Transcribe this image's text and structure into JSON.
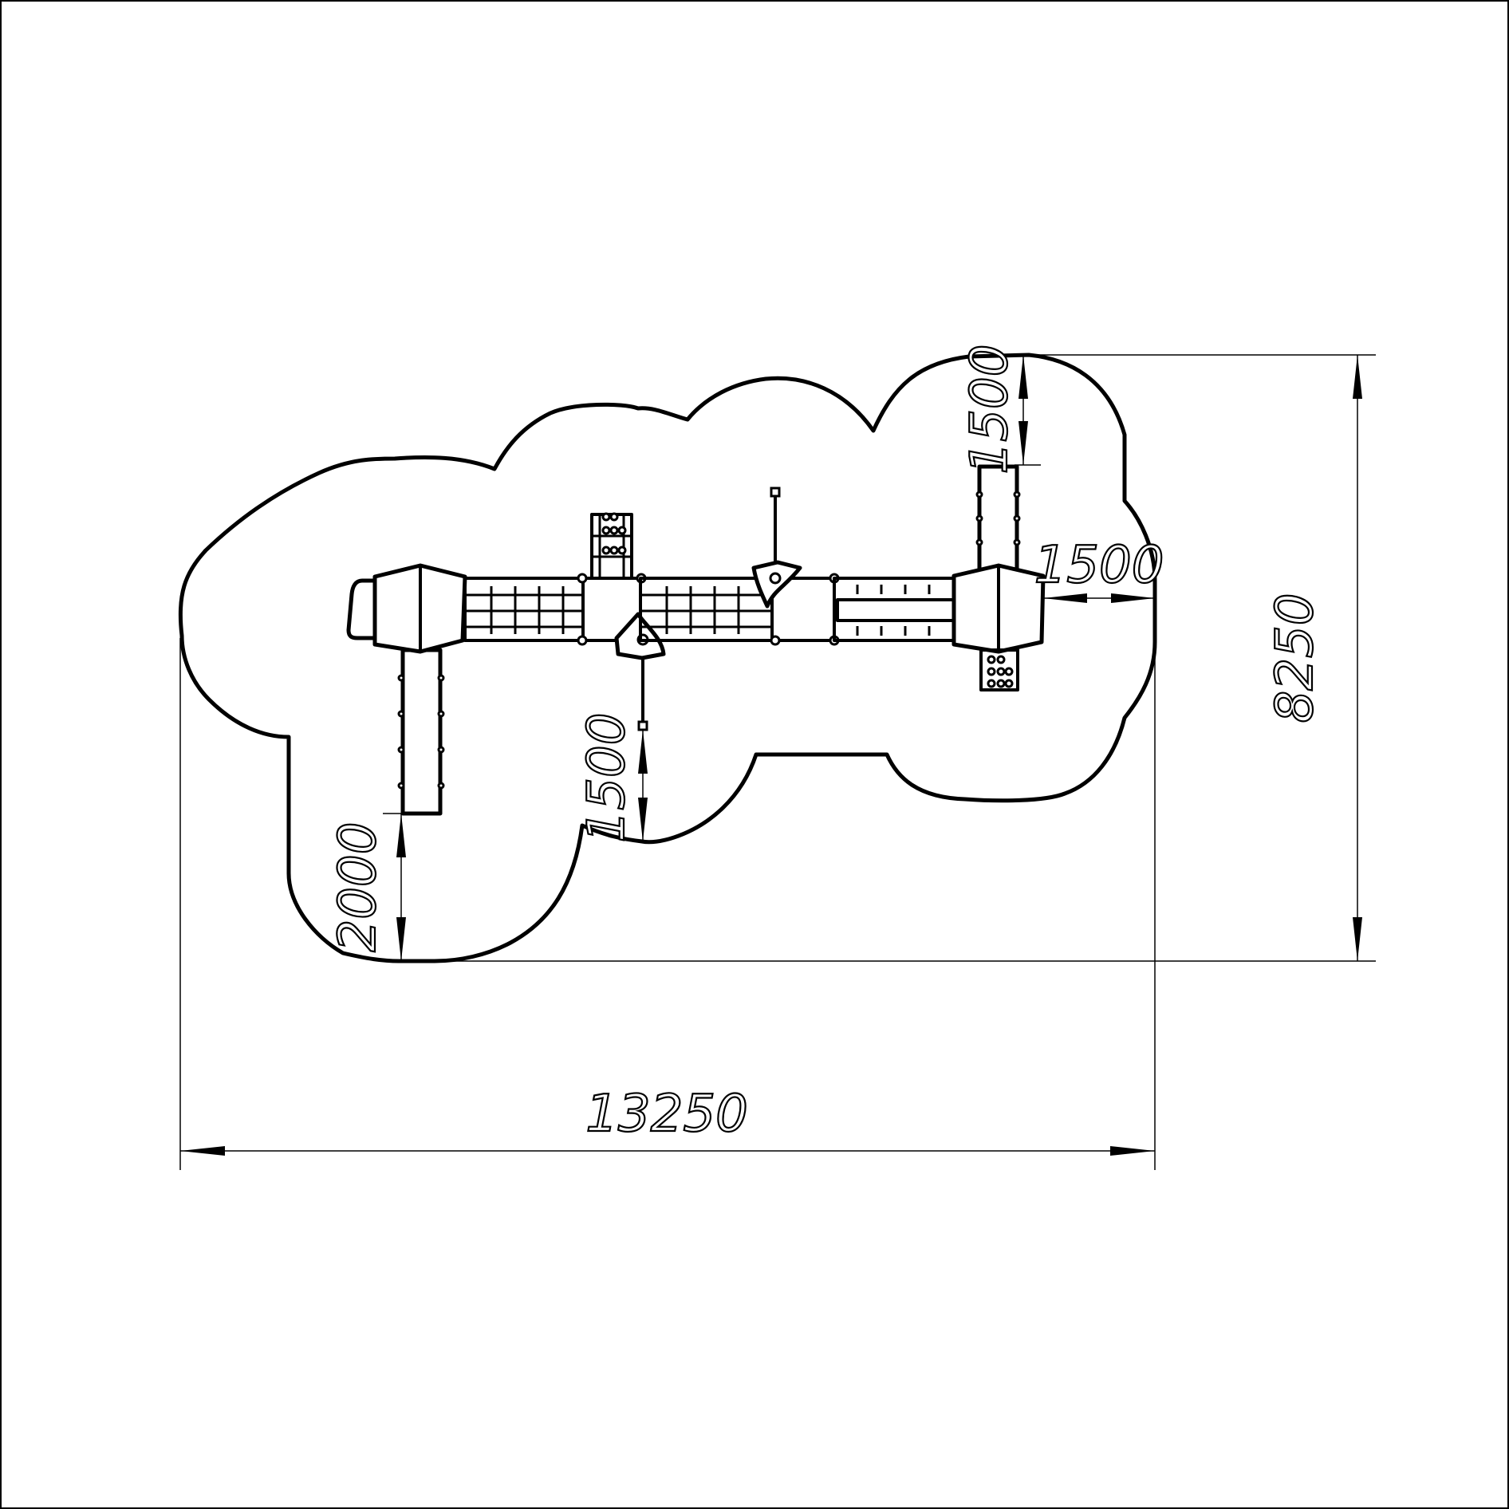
{
  "dimensions": {
    "overall_width": "13250",
    "overall_depth": "8250",
    "left_slide_clearance": "2000",
    "center_slide_clearance": "1500",
    "right_slide_clearance": "1500",
    "right_end_clearance": "1500"
  },
  "colors": {
    "line": "#000000",
    "background": "#ffffff"
  }
}
